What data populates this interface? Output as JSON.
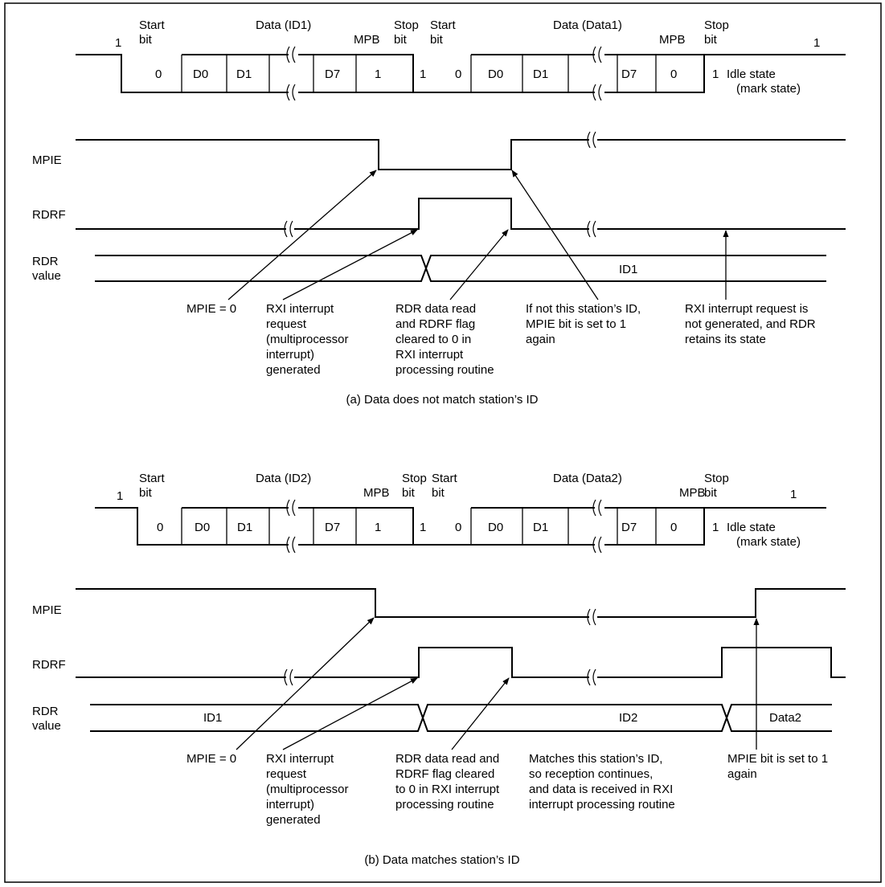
{
  "waveform_labels": {
    "one": "1",
    "zero": "0",
    "start": "Start",
    "bit": "bit",
    "stop": "Stop",
    "mpb": "MPB",
    "d0": "D0",
    "d1": "D1",
    "d7": "D7",
    "idle1": "Idle state",
    "idle2": "(mark state)"
  },
  "signals": {
    "mpie": "MPIE",
    "rdrf": "RDRF",
    "rdr": "RDR",
    "value": "value"
  },
  "part_a": {
    "data_first": "Data (ID1)",
    "data_second": "Data (Data1)",
    "rdr_value": "ID1",
    "notes": {
      "mpie0": [
        "MPIE = 0"
      ],
      "rxi": [
        "RXI interrupt",
        "request",
        "(multiprocessor",
        "interrupt)",
        "generated"
      ],
      "rdr_read": [
        "RDR data read",
        "and RDRF flag",
        "cleared to 0 in",
        "RXI interrupt",
        "processing routine"
      ],
      "not_id": [
        "If not this station’s ID,",
        "MPIE bit is set to 1",
        "again"
      ],
      "no_rxi": [
        "RXI interrupt request is",
        "not generated, and RDR",
        "retains its state"
      ]
    },
    "caption": "(a) Data does not match station’s ID"
  },
  "part_b": {
    "data_first": "Data (ID2)",
    "data_second": "Data (Data2)",
    "rdr_values": [
      "ID1",
      "ID2",
      "Data2"
    ],
    "notes": {
      "mpie0": [
        "MPIE = 0"
      ],
      "rxi": [
        "RXI interrupt",
        "request",
        "(multiprocessor",
        "interrupt)",
        "generated"
      ],
      "rdr_read": [
        "RDR data read and",
        "RDRF flag cleared",
        "to 0 in RXI interrupt",
        "processing routine"
      ],
      "match": [
        "Matches this station’s ID,",
        "so reception continues,",
        "and  data is received in RXI",
        "interrupt processing routine"
      ],
      "mpie_set": [
        "MPIE bit is set to 1",
        "again"
      ]
    },
    "caption": "(b) Data matches station’s ID"
  }
}
